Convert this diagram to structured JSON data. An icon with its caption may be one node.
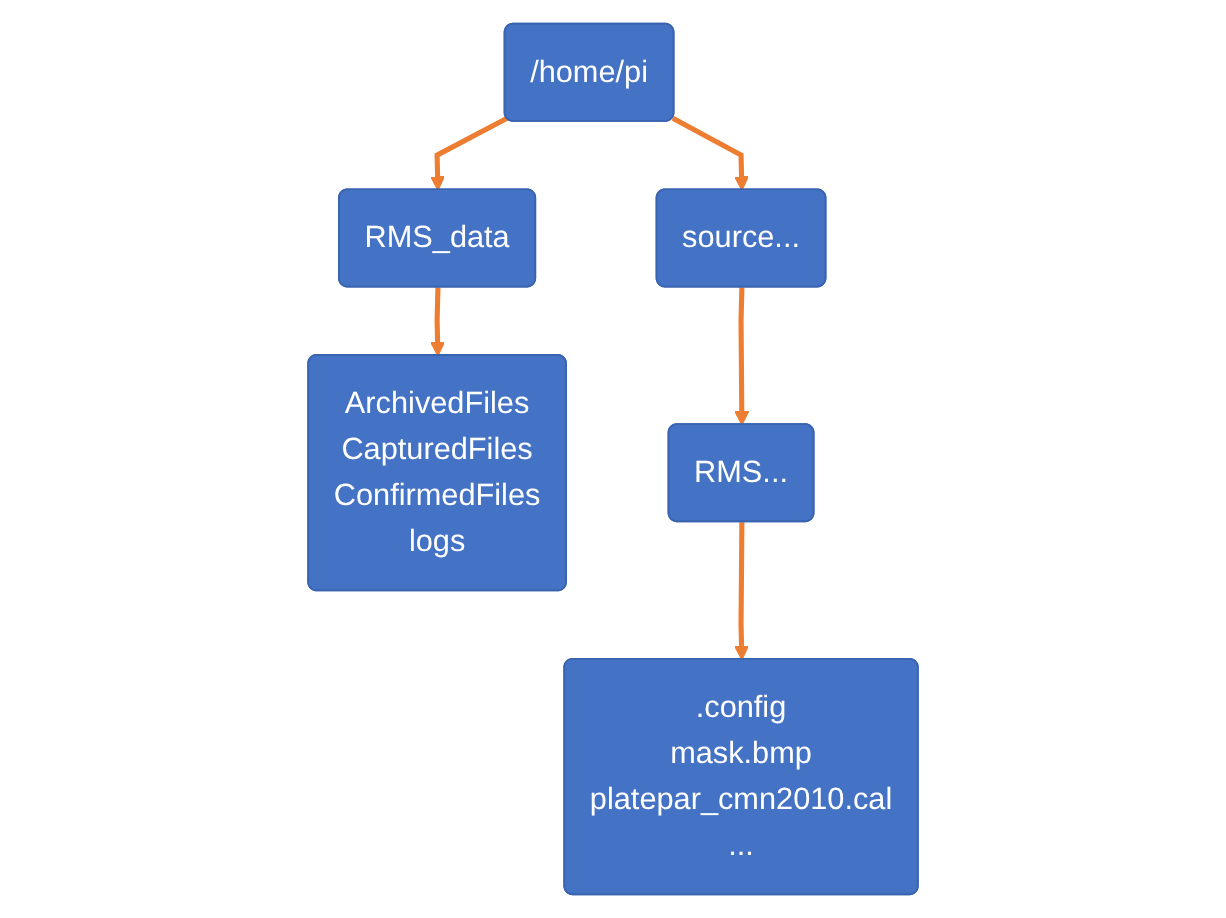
{
  "diagram": {
    "nodes": [
      {
        "text": [
          "/home/pi"
        ]
      },
      {
        "text": [
          "RMS_data"
        ]
      },
      {
        "text": [
          "source..."
        ]
      },
      {
        "text": [
          "ArchivedFiles",
          "CapturedFiles",
          "ConfirmedFiles",
          "logs"
        ]
      },
      {
        "text": [
          "RMS..."
        ]
      },
      {
        "text": [
          ".config",
          "mask.bmp",
          "platepar_cmn2010.cal",
          "..."
        ]
      }
    ],
    "edges": [
      {
        "from": 0,
        "to": 1,
        "arrow": "to"
      },
      {
        "from": 0,
        "to": 2,
        "arrow": "to"
      },
      {
        "from": 1,
        "to": 3,
        "arrow": "to"
      },
      {
        "from": 2,
        "to": 4,
        "arrow": "to"
      },
      {
        "from": 4,
        "to": 5,
        "arrow": "to"
      }
    ]
  }
}
